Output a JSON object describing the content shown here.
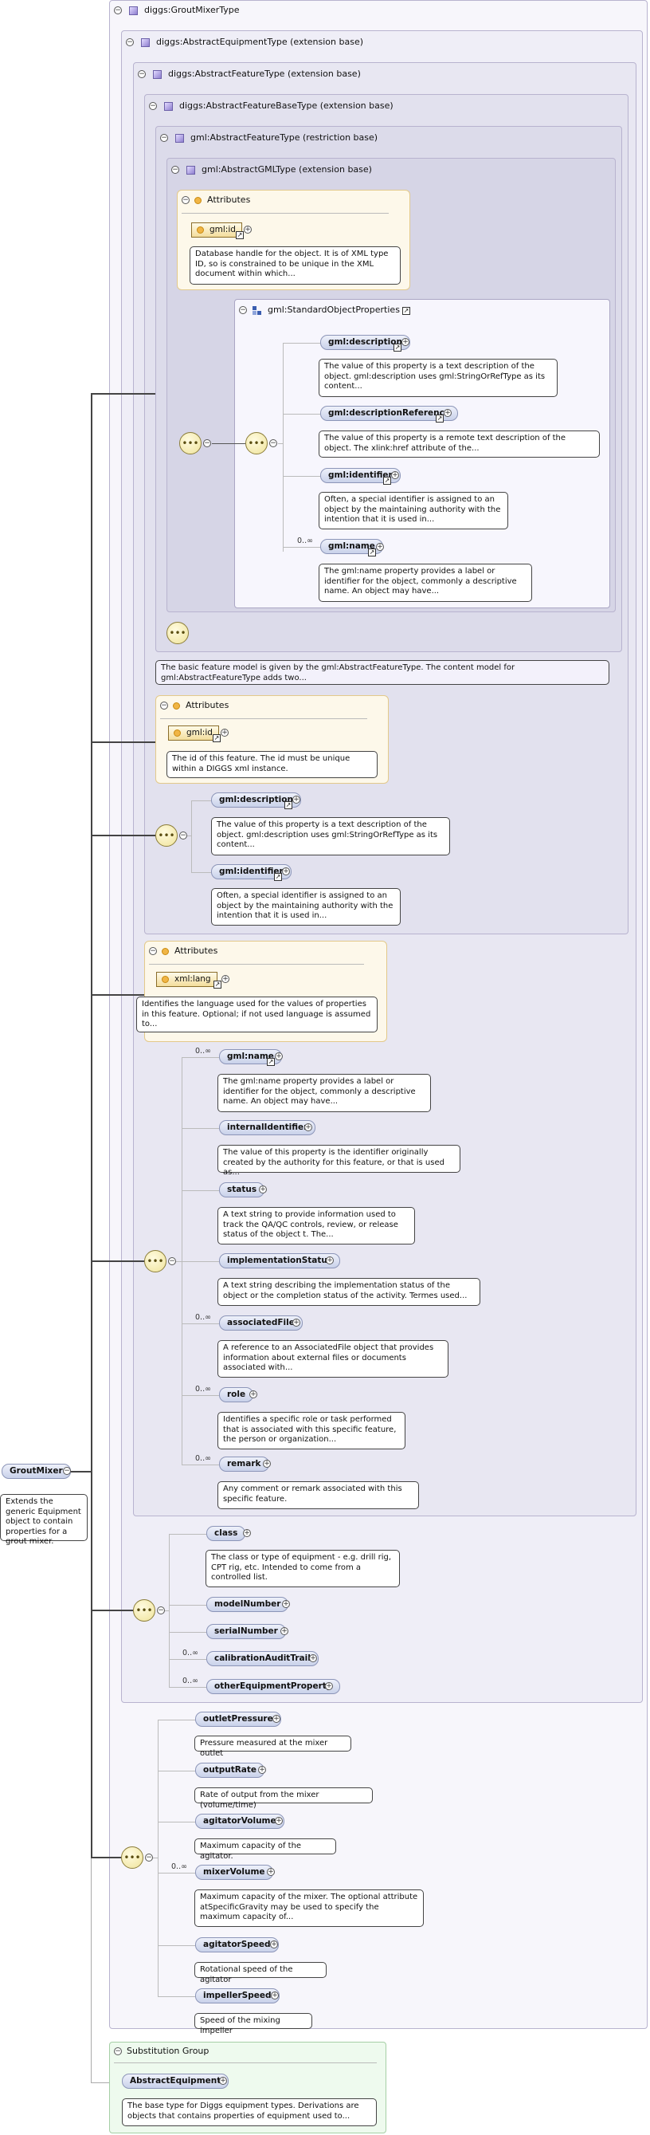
{
  "root": {
    "name": "GroutMixer",
    "doc": "Extends the generic Equipment object to contain properties for a grout mixer."
  },
  "types": {
    "grout": "diggs:GroutMixerType",
    "equip": "diggs:AbstractEquipmentType (extension base)",
    "feature": "diggs:AbstractFeatureType (extension base)",
    "featbase": "diggs:AbstractFeatureBaseType (extension base)",
    "gmlfeat": "gml:AbstractFeatureType (restriction base)",
    "gmlgml": "gml:AbstractGMLType (extension base)",
    "stdprops": "gml:StandardObjectProperties"
  },
  "attributes_label": "Attributes",
  "gmlgml": {
    "attr": {
      "name": "gml:id",
      "doc": "Database handle for the object. It is of XML type ID, so is constrained to be unique in the XML document within which..."
    },
    "std": [
      {
        "name": "gml:description",
        "doc": "The value of this property is a text description of the object. gml:description uses gml:StringOrRefType as its content..."
      },
      {
        "name": "gml:descriptionReference",
        "doc": "The value of this property is a remote text description of the object. The xlink:href attribute of the..."
      },
      {
        "name": "gml:identifier",
        "doc": "Often, a special identifier is assigned to an object by the maintaining authority with the intention that it is used in..."
      },
      {
        "name": "gml:name",
        "occ": "0..∞",
        "doc": "The gml:name property provides a label or identifier for the object, commonly a descriptive name. An object may have..."
      }
    ]
  },
  "gmlfeat_doc": "The basic feature model is given by the gml:AbstractFeatureType. The content model for gml:AbstractFeatureType adds two...",
  "featbase": {
    "attr": {
      "name": "gml:id",
      "doc": "The id of this feature. The id must be unique within a DIGGS xml instance."
    },
    "elems": [
      {
        "name": "gml:description",
        "doc": "The value of this property is a text description of the object. gml:description uses gml:StringOrRefType as its content..."
      },
      {
        "name": "gml:identifier",
        "doc": "Often, a special identifier is assigned to an object by the maintaining authority with the intention that it is used in..."
      }
    ]
  },
  "feature": {
    "attr": {
      "name": "xml:lang",
      "doc": "Identifies the language used for the values of properties in this feature. Optional; if not used language is assumed to..."
    },
    "elems": [
      {
        "name": "gml:name",
        "occ": "0..∞",
        "doc": "The gml:name property provides a label or identifier for the object, commonly a descriptive name. An object may have..."
      },
      {
        "name": "internalIdentifier",
        "occ": "",
        "doc": "The value of this property is the identifier originally created by the authority for this feature, or that is used as..."
      },
      {
        "name": "status",
        "occ": "",
        "doc": "A text string to provide information used to track the QA/QC controls, review, or release status of the object t. The..."
      },
      {
        "name": "implementationStatus",
        "occ": "",
        "doc": "A text string describing the implementation status of the object or the completion status of the activity. Termes used..."
      },
      {
        "name": "associatedFile",
        "occ": "0..∞",
        "doc": "A reference to an AssociatedFile object that provides information about external files or documents associated with..."
      },
      {
        "name": "role",
        "occ": "0..∞",
        "doc": "Identifies a specific role or task performed that is associated with this specific feature, the person or organization..."
      },
      {
        "name": "remark",
        "occ": "0..∞",
        "doc": "Any comment or remark associated with this specific feature."
      }
    ]
  },
  "equip": {
    "elems": [
      {
        "name": "class",
        "occ": "",
        "doc": "The class or type of equipment - e.g. drill rig, CPT rig, etc. Intended to come from a controlled list."
      },
      {
        "name": "modelNumber",
        "occ": ""
      },
      {
        "name": "serialNumber",
        "occ": ""
      },
      {
        "name": "calibrationAuditTrail",
        "occ": "0..∞"
      },
      {
        "name": "otherEquipmentProperty",
        "occ": "0..∞"
      }
    ]
  },
  "grout": {
    "elems": [
      {
        "name": "outletPressure",
        "occ": "",
        "doc": "Pressure measured at the mixer outlet"
      },
      {
        "name": "outputRate",
        "occ": "",
        "doc": "Rate of output from the mixer (volume/time)"
      },
      {
        "name": "agitatorVolume",
        "occ": "",
        "doc": "Maximum capacity of the agitator."
      },
      {
        "name": "mixerVolume",
        "occ": "0..∞",
        "doc": "Maximum capacity of the mixer. The optional attribute atSpecificGravity may be used to specify the maximum capacity of..."
      },
      {
        "name": "agitatorSpeed",
        "occ": "",
        "doc": "Rotational speed of the agitator"
      },
      {
        "name": "impellerSpeed",
        "occ": "",
        "doc": "Speed of the mixing impeller"
      }
    ]
  },
  "substitution": {
    "label": "Substitution Group",
    "name": "AbstractEquipment",
    "doc": "The base type for Diggs equipment types. Derivations are objects that contains properties of equipment used to..."
  }
}
